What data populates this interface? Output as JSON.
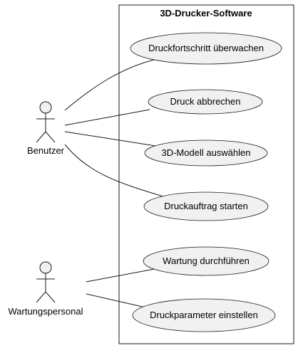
{
  "diagram": {
    "system_title": "3D-Drucker-Software",
    "actors": [
      {
        "label": "Benutzer"
      },
      {
        "label": "Wartungspersonal"
      }
    ],
    "use_cases": [
      {
        "label": "Druckfortschritt überwachen"
      },
      {
        "label": "Druck abbrechen"
      },
      {
        "label": "3D-Modell auswählen"
      },
      {
        "label": "Druckauftrag starten"
      },
      {
        "label": "Wartung durchführen"
      },
      {
        "label": "Druckparameter einstellen"
      }
    ],
    "colors": {
      "shape_fill": "#f1f1f1",
      "stroke": "#181818",
      "background": "#ffffff"
    }
  }
}
